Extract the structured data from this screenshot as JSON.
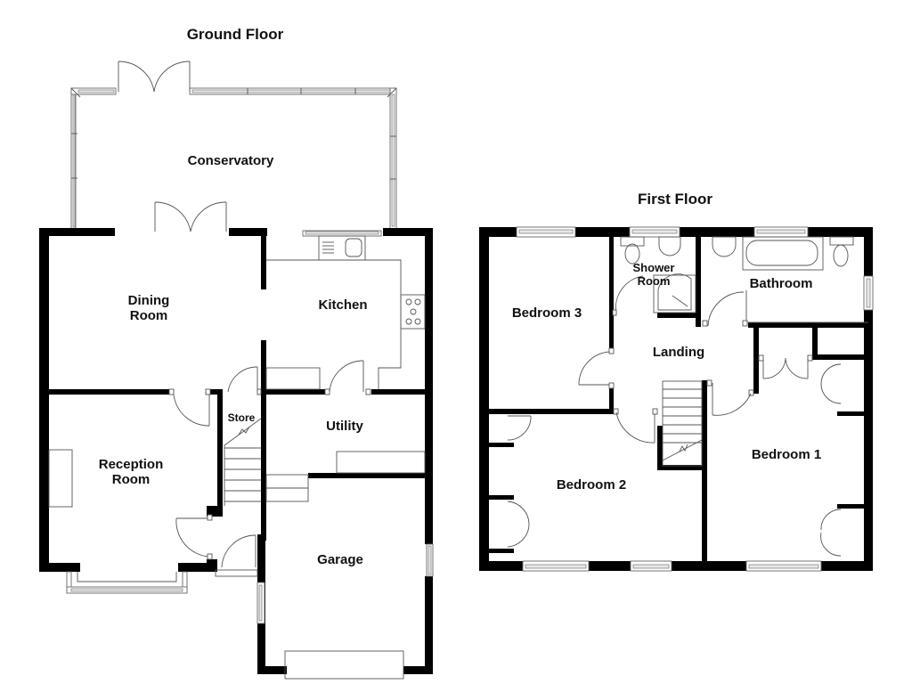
{
  "floors": [
    {
      "title": "Ground Floor",
      "rooms": [
        {
          "name": "Conservatory"
        },
        {
          "name": "Dining\nRoom"
        },
        {
          "name": "Kitchen"
        },
        {
          "name": "Store"
        },
        {
          "name": "Utility"
        },
        {
          "name": "Reception\nRoom"
        },
        {
          "name": "Garage"
        }
      ]
    },
    {
      "title": "First Floor",
      "rooms": [
        {
          "name": "Bedroom 3"
        },
        {
          "name": "Shower\nRoom"
        },
        {
          "name": "Bathroom"
        },
        {
          "name": "Landing"
        },
        {
          "name": "Bedroom 2"
        },
        {
          "name": "Bedroom 1"
        }
      ]
    }
  ],
  "colors": {
    "wall": "#000000",
    "background": "#ffffff",
    "fixture_line": "#555555"
  }
}
